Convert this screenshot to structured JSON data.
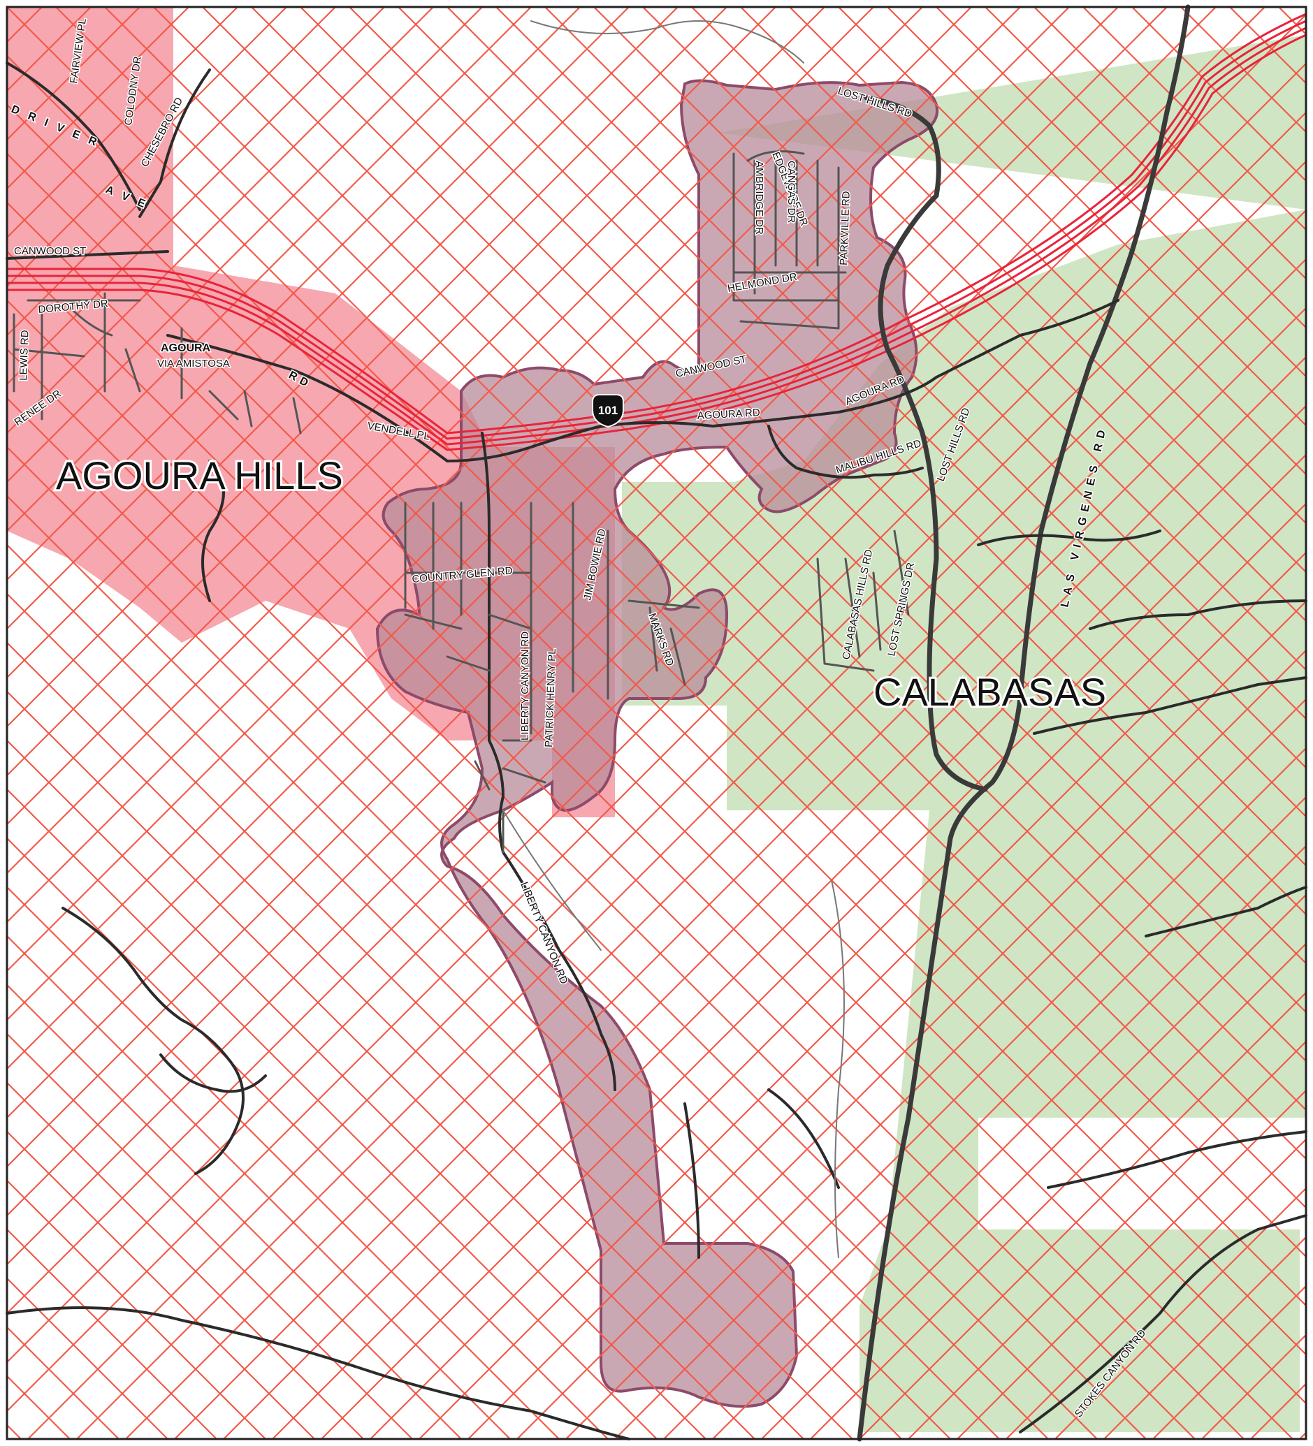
{
  "colors": {
    "hatch": "#f25a4a",
    "agoura_hills_fill": "#f7a7b0",
    "calabasas_fill": "#cfe5c4",
    "project_area_fill": "#b88b9a",
    "project_area_outline": "#8e4a6a",
    "freeway": "#e8243a",
    "road": "#2b2b2b"
  },
  "cities": {
    "agoura_hills": "AGOURA HILLS",
    "calabasas": "CALABASAS"
  },
  "area_labels": {
    "agoura": "AGOURA"
  },
  "highway_shield": {
    "number": "101",
    "icon": "us-highway-shield-icon"
  },
  "streets": {
    "fairview_pl": "FAIRVIEW PL",
    "colodny_dr": "COLODNY DR",
    "chesebro_rd": "CHESEBRO RD",
    "driver_1": "DRIVER",
    "driver_2": "AVE",
    "canwood_st_west": "CANWOOD ST",
    "dorothy_dr": "DOROTHY DR",
    "lewis_rd": "LEWIS RD",
    "via_amistosa": "VIA AMISTOSA",
    "agoura_rd_west": "RD",
    "renee_dr": "RENEE DR",
    "vendell_pl": "VENDELL PL",
    "lost_hills_rd_north": "LOST HILLS RD",
    "edgeware_dr": "EDGEWARE DR",
    "cangas_dr": "CANGAS DR",
    "ambridge_dr": "AMBRIDGE DR",
    "parkville_rd": "PARKVILLE RD",
    "helmond_dr": "HELMOND DR",
    "canwood_st_east": "CANWOOD ST",
    "agoura_rd_center": "AGOURA RD",
    "agoura_rd_east": "AGOURA RD",
    "malibu_hills_rd": "MALIBU HILLS RD",
    "lost_hills_rd_south": "LOST HILLS RD",
    "las_virgenes_rd": "LAS VIRGENES RD",
    "country_glen_rd": "COUNTRY GLEN RD",
    "jim_bowie_rd": "JIM BOWIE RD",
    "liberty_canyon_rd_north": "LIBERTY CANYON RD",
    "patrick_henry_pl": "PATRICK HENRY PL",
    "marks_rd": "MARKS RD",
    "calabasas_hills_rd": "CALABASAS HILLS RD",
    "lost_springs_dr": "LOST SPRINGS DR",
    "liberty_canyon_rd_south": "LIBERTY CANYON RD",
    "stokes_canyon_rd": "STOKES CANYON RD"
  }
}
